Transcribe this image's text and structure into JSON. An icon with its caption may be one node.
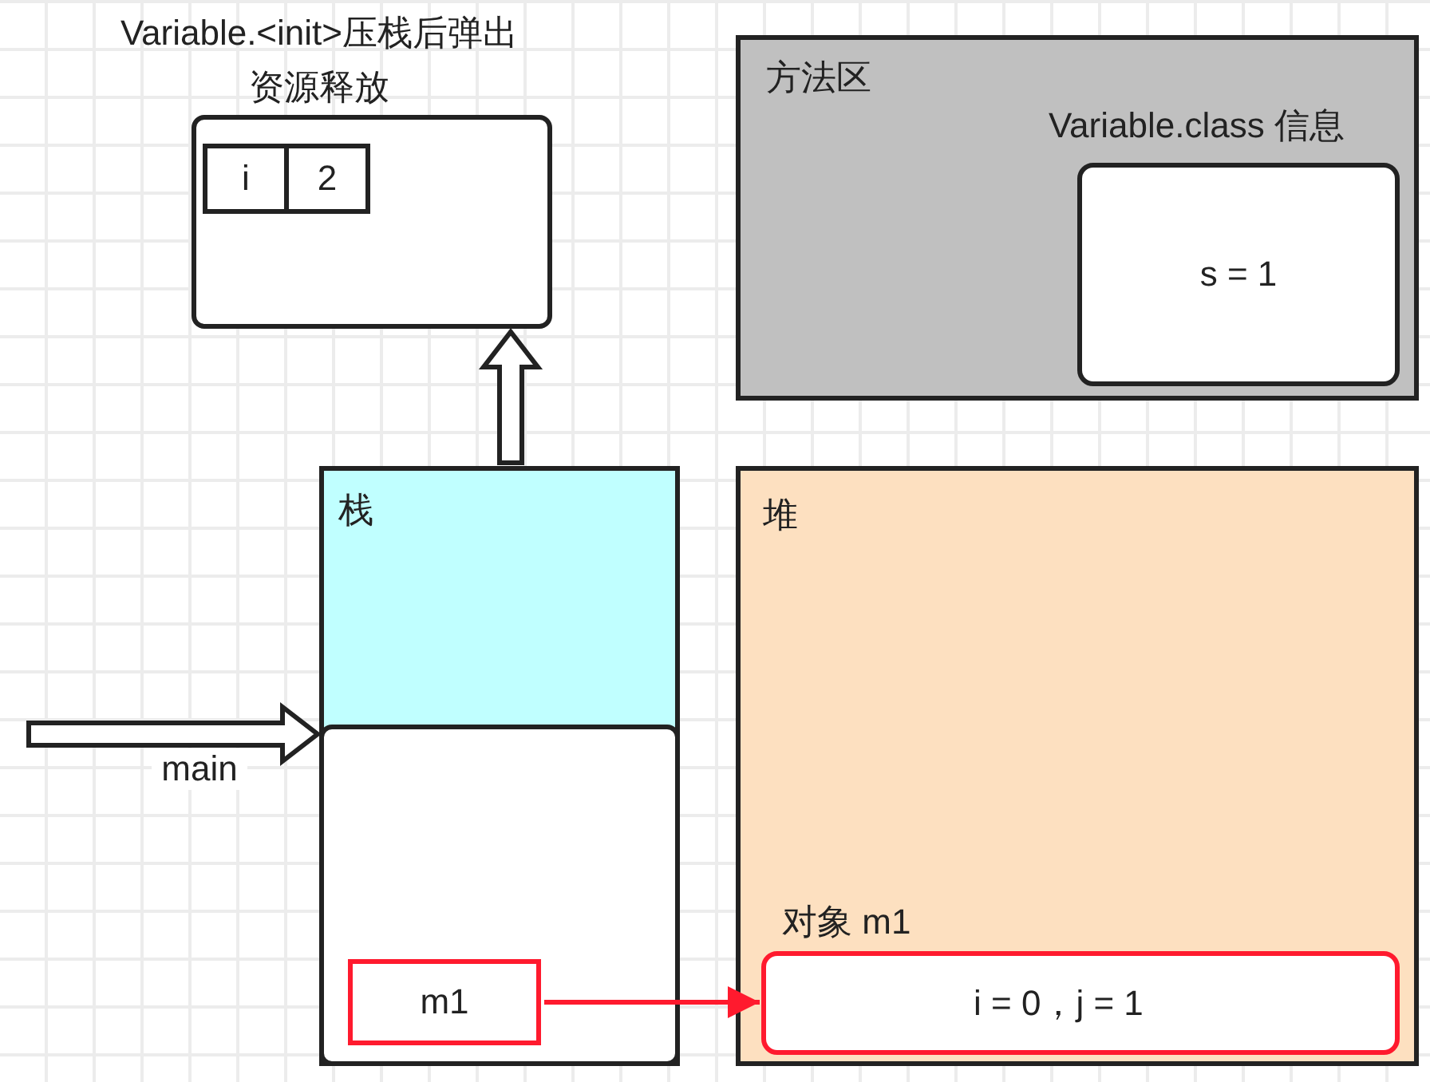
{
  "diagram": {
    "nodes": [
      {
        "text": [
          "Variable.<init>压栈后弹出资源释放"
        ]
      },
      {
        "text": [
          "i"
        ],
        "in": 0
      },
      {
        "text": [
          "2"
        ],
        "in": 0
      },
      {
        "text": [
          "方法区"
        ]
      },
      {
        "text": [
          "Variable.class 信息",
          "s = 1"
        ],
        "in": 3
      },
      {
        "text": [
          "栈"
        ]
      },
      {
        "text": [],
        "shape": "box",
        "in": 5
      },
      {
        "text": [
          "m1"
        ],
        "in": 6
      },
      {
        "text": [
          "堆"
        ]
      },
      {
        "text": [
          "对象 m1",
          "i = 0，j = 1"
        ],
        "in": 8
      }
    ],
    "edges": [
      {
        "from": 5,
        "to": 0,
        "arrow": "to",
        "style": "thick"
      },
      {
        "from": null,
        "to": 6,
        "arrow": "to",
        "label": "main",
        "style": "thick"
      },
      {
        "from": 7,
        "to": 9,
        "arrow": "to",
        "color": "#ff1a2e"
      }
    ]
  }
}
